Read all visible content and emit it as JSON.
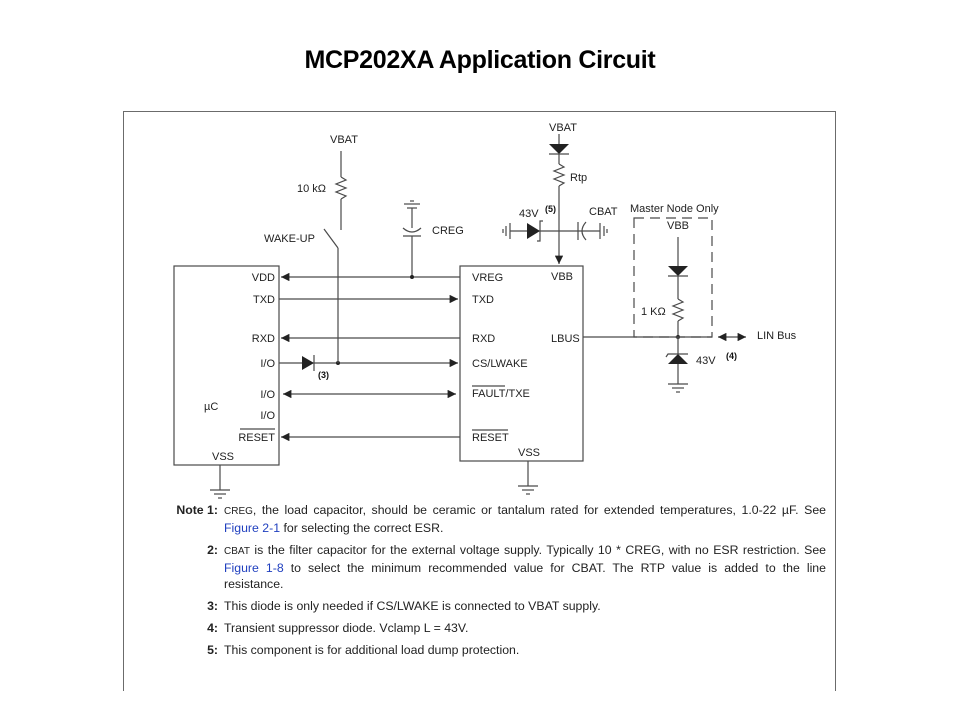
{
  "title": "MCP202XA Application Circuit",
  "schematic": {
    "labels": {
      "vbat_left": "VBAT",
      "resistor_10k": "10 kΩ",
      "wake_up": "WAKE-UP",
      "creg": "CREG",
      "vbat_top": "VBAT",
      "rtp": "Rtp",
      "tvs_43v_top": "43V",
      "note5_ref": "(5)",
      "cbat": "CBAT",
      "master_node_only": "Master Node Only",
      "vbb_master": "VBB",
      "resistor_1k": "1 KΩ",
      "lin_bus": "LIN Bus",
      "tvs_43v_bus": "43V",
      "note4_ref": "(4)",
      "note3_ref": "(3)"
    },
    "uc": {
      "name": "µC",
      "pins": [
        "VDD",
        "TXD",
        "RXD",
        "I/O",
        "I/O",
        "I/O",
        "RESET"
      ],
      "vss": "VSS"
    },
    "transceiver": {
      "pins_left": [
        "VREG",
        "TXD",
        "RXD",
        "CS/LWAKE",
        "FAULT/TXE",
        "RESET"
      ],
      "vbb": "VBB",
      "lbus": "LBUS",
      "vss": "VSS"
    }
  },
  "notes": [
    {
      "num": "Note 1:",
      "pre": "",
      "sc": "CREG",
      "text": ", the load capacitor, should be ceramic or tantalum rated for extended temperatures, 1.0-22 µF. See ",
      "link": "Figure 2-1",
      "post": " for selecting the correct ESR."
    },
    {
      "num": "2:",
      "sc": "CBAT",
      "text": " is the filter capacitor for the external voltage supply. Typically 10 * CREG, with no ESR restriction. See ",
      "link": "Figure 1-8",
      "post": " to select the minimum recommended value for CBAT. The RTP value is added to the line resistance."
    },
    {
      "num": "3:",
      "text": "This diode is only needed if CS/LWAKE is connected to VBAT supply."
    },
    {
      "num": "4:",
      "text": "Transient suppressor diode. Vclamp L = 43V."
    },
    {
      "num": "5:",
      "text": "This component is for additional load dump protection."
    }
  ],
  "colors": {
    "link": "#1f3fbf",
    "wire": "#4a4a4a"
  }
}
